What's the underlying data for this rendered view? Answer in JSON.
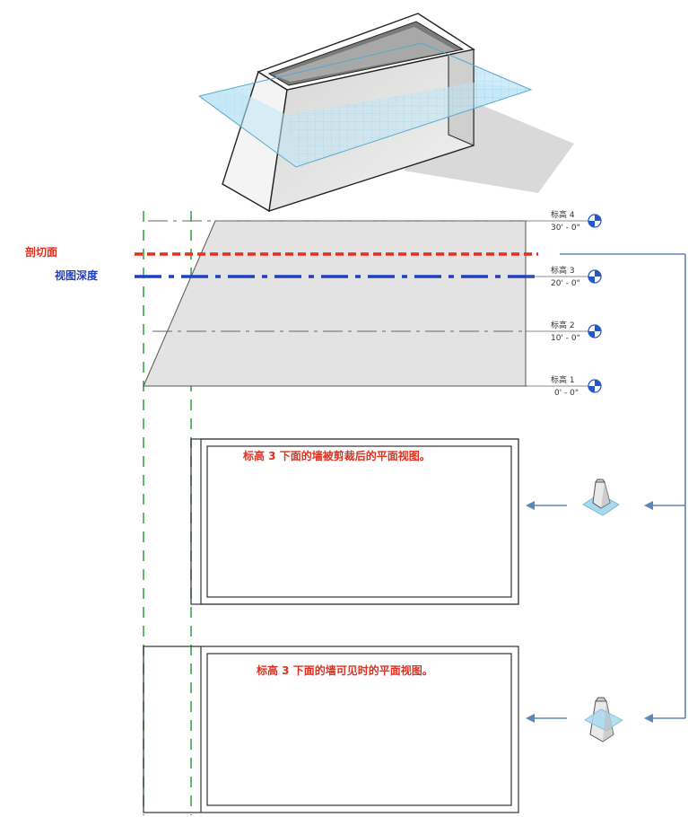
{
  "labels": {
    "cut_plane": "剖切面",
    "view_depth": "视图深度"
  },
  "levels": [
    {
      "name": "标高 4",
      "elevation": "30' - 0\""
    },
    {
      "name": "标高 3",
      "elevation": "20' - 0\""
    },
    {
      "name": "标高 2",
      "elevation": "10' - 0\""
    },
    {
      "name": "标高 1",
      "elevation": "0' - 0\""
    }
  ],
  "captions": {
    "plan_cropped": "标高 3 下面的墙被剪裁后的平面视图。",
    "plan_visible": "标高 3 下面的墙可见时的平面视图。"
  },
  "colors": {
    "cut_plane": "#e0301e",
    "view_depth": "#1f3fbf",
    "guide": "#3aa64a",
    "level_head": "#2458c8",
    "connector": "#5b86b8",
    "plane": "#8fd0ea"
  },
  "icons": [
    "level-head-icon",
    "view-range-icon",
    "arrow-left-icon"
  ]
}
